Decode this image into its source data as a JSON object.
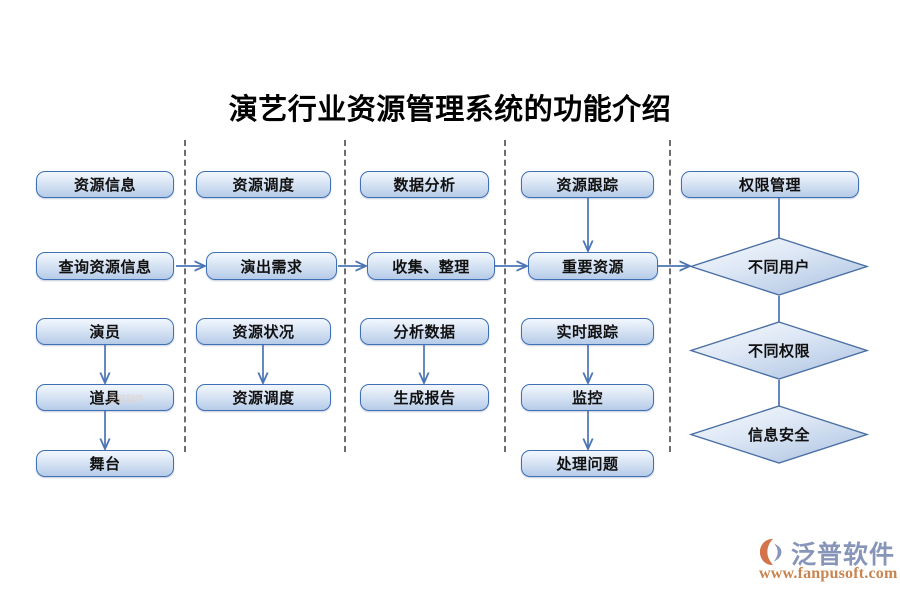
{
  "title": "演艺行业资源管理系统的功能介绍",
  "brand": {
    "name": "泛普软件",
    "url": "www.fanpusoft.com",
    "mark_icon": "fanpu-logo-icon",
    "mark_color": "#d4744a"
  },
  "watermark": {
    "text": "泛普软件"
  },
  "theme": {
    "box_border": "#3f6fb5",
    "box_fill_top": "#f2f7fd",
    "box_fill_bottom": "#b6cbe8",
    "diamond_border": "#4a6fa5",
    "connector": "#4a74b4",
    "divider": "#6e6e6e",
    "title_color": "#000000"
  },
  "columns": [
    {
      "id": "resource-info",
      "header": "资源信息",
      "nodes": [
        {
          "label": "查询资源信息",
          "shape": "process"
        },
        {
          "label": "演员",
          "shape": "process"
        },
        {
          "label": "道具",
          "shape": "process"
        },
        {
          "label": "舞台",
          "shape": "process"
        }
      ]
    },
    {
      "id": "resource-scheduling",
      "header": "资源调度",
      "nodes": [
        {
          "label": "演出需求",
          "shape": "process"
        },
        {
          "label": "资源状况",
          "shape": "process"
        },
        {
          "label": "资源调度",
          "shape": "process"
        }
      ]
    },
    {
      "id": "data-analysis",
      "header": "数据分析",
      "nodes": [
        {
          "label": "收集、整理",
          "shape": "process"
        },
        {
          "label": "分析数据",
          "shape": "process"
        },
        {
          "label": "生成报告",
          "shape": "process"
        }
      ]
    },
    {
      "id": "resource-tracking",
      "header": "资源跟踪",
      "nodes": [
        {
          "label": "重要资源",
          "shape": "process"
        },
        {
          "label": "实时跟踪",
          "shape": "process"
        },
        {
          "label": "监控",
          "shape": "process"
        },
        {
          "label": "处理问题",
          "shape": "process"
        }
      ]
    },
    {
      "id": "permission-management",
      "header": "权限管理",
      "nodes": [
        {
          "label": "不同用户",
          "shape": "decision"
        },
        {
          "label": "不同权限",
          "shape": "decision"
        },
        {
          "label": "信息安全",
          "shape": "decision"
        }
      ]
    }
  ]
}
